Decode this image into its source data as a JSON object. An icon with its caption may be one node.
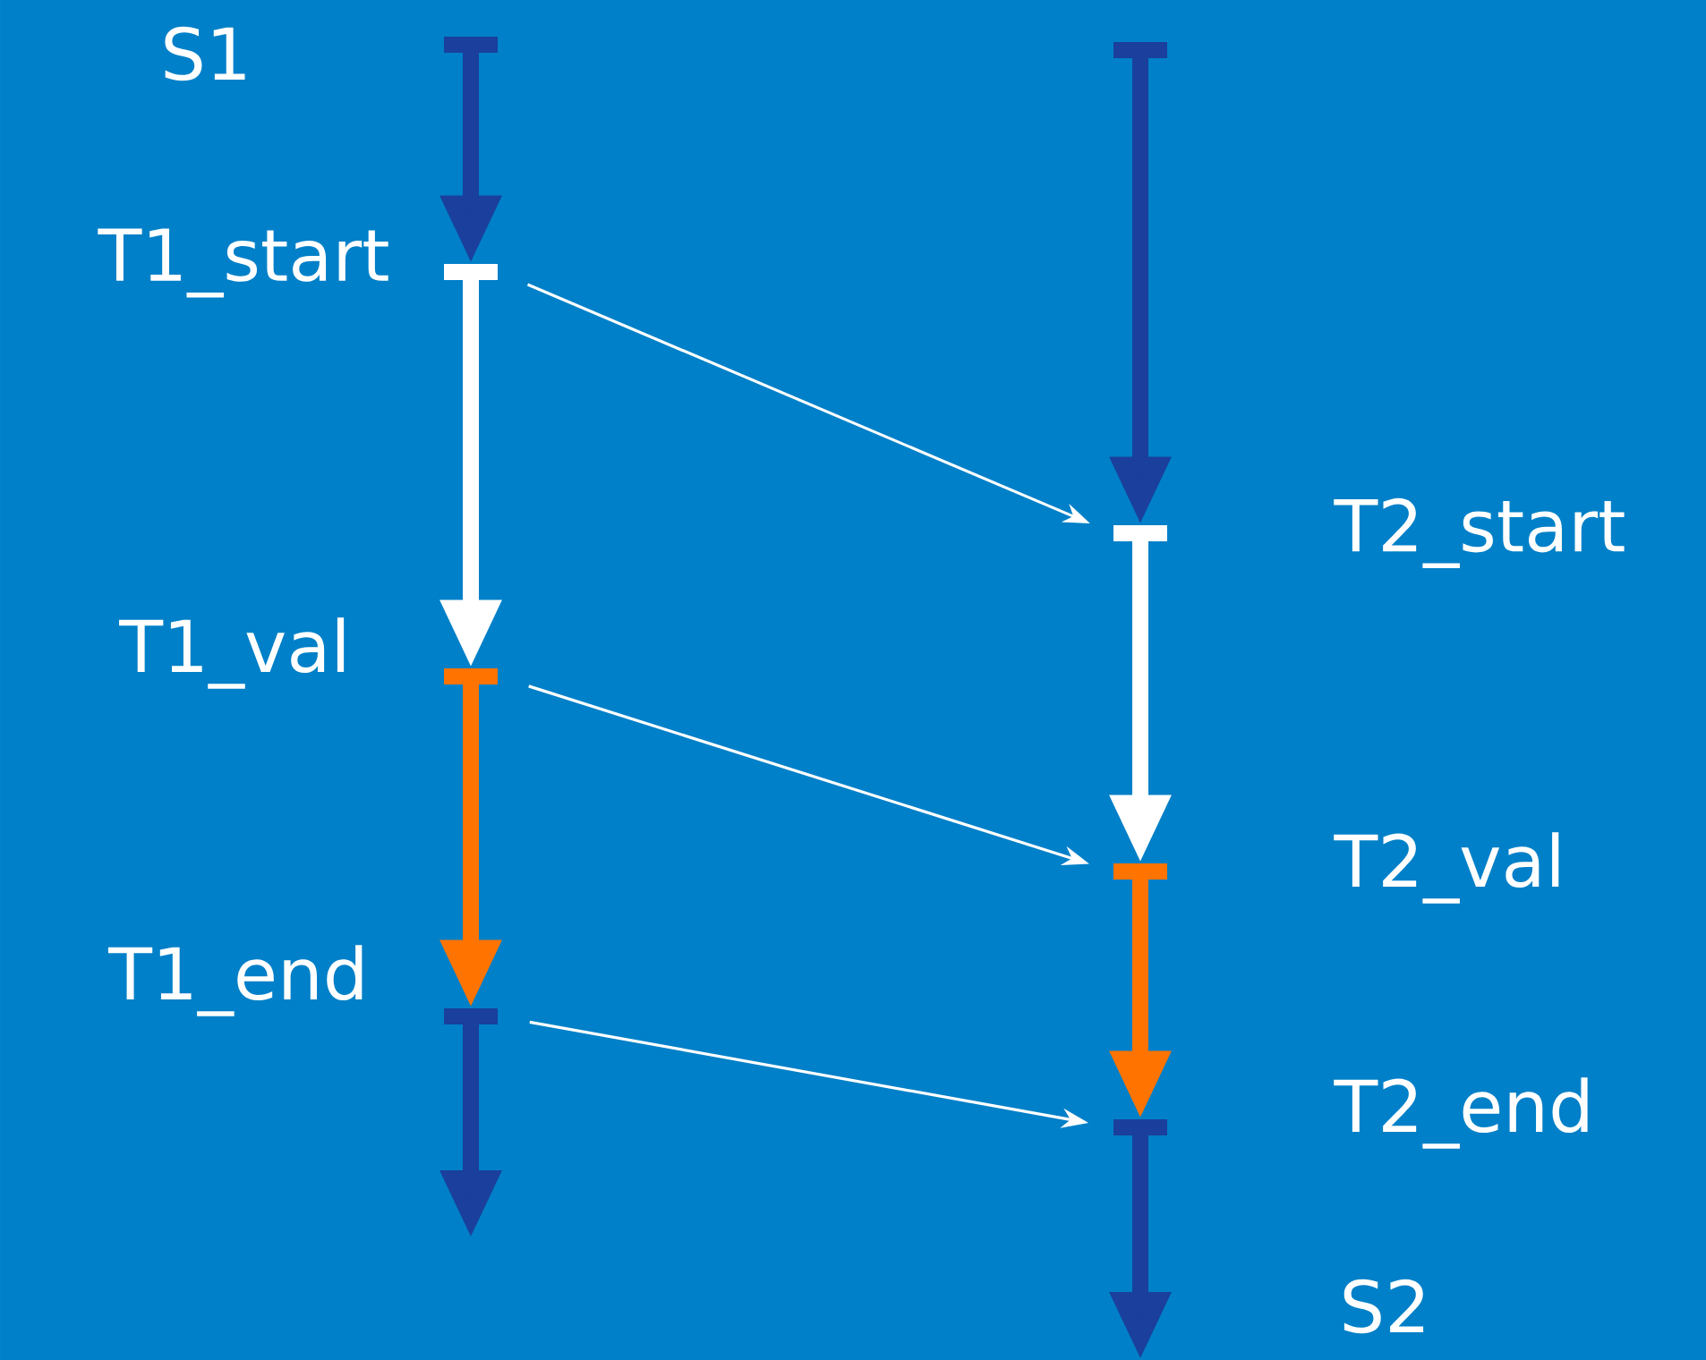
{
  "diagram": {
    "nodes": [
      {
        "text": [],
        "shape": "bar"
      },
      {
        "text": [],
        "shape": "bar",
        "beside": [
          "T1_start"
        ]
      },
      {
        "text": [],
        "shape": "bar",
        "beside": [
          "T1_val"
        ]
      },
      {
        "text": [],
        "shape": "bar",
        "beside": [
          "T1_end"
        ]
      },
      {
        "text": [],
        "shape": "bar"
      },
      {
        "text": [],
        "shape": "bar",
        "beside": [
          "T2_start"
        ]
      },
      {
        "text": [],
        "shape": "bar",
        "beside": [
          "T2_val"
        ]
      },
      {
        "text": [],
        "shape": "bar",
        "beside": [
          "T2_end"
        ]
      }
    ],
    "edges": [
      {
        "from": 0,
        "to": 1,
        "arrow": "to",
        "color": "#1a3f9c"
      },
      {
        "from": 1,
        "to": 2,
        "arrow": "to",
        "color": "#ffffff"
      },
      {
        "from": 2,
        "to": 3,
        "arrow": "to",
        "color": "#ff7300"
      },
      {
        "from": 3,
        "to": null,
        "arrow": "to",
        "color": "#1a3f9c"
      },
      {
        "from": 4,
        "to": 5,
        "arrow": "to",
        "color": "#1a3f9c"
      },
      {
        "from": 5,
        "to": 6,
        "arrow": "to",
        "color": "#ffffff"
      },
      {
        "from": 6,
        "to": 7,
        "arrow": "to",
        "color": "#ff7300"
      },
      {
        "from": 7,
        "to": null,
        "arrow": "to",
        "color": "#1a3f9c"
      },
      {
        "from": 1,
        "to": 5,
        "arrow": "to",
        "color": "#ffffff"
      },
      {
        "from": 2,
        "to": 6,
        "arrow": "to",
        "color": "#ffffff"
      },
      {
        "from": 3,
        "to": 7,
        "arrow": "to",
        "color": "#ffffff"
      }
    ],
    "labels": [
      "S1",
      "S2"
    ]
  }
}
